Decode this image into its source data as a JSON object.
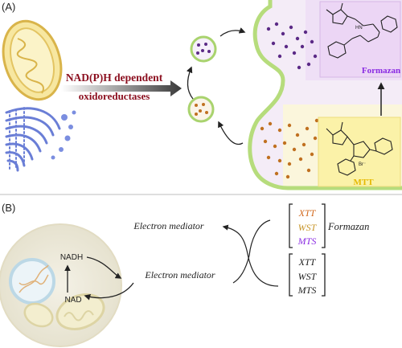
{
  "panel_a": {
    "label": "(A)",
    "process_line1": "NAD(P)H dependent",
    "process_line2": "oxidoreductases",
    "formazan_label": "Formazan",
    "mtt_label": "MTT",
    "chem_hn": "HN",
    "chem_br": "Br⁻"
  },
  "panel_b": {
    "label": "(B)",
    "nadh": "NADH",
    "nad": "NAD",
    "mediator_top": "Electron mediator",
    "mediator_bottom": "Electron mediator",
    "formazan": "Formazan",
    "top_reagents": [
      "XTT",
      "WST",
      "MTS"
    ],
    "bottom_reagents": [
      "XTT",
      "WST",
      "MTS"
    ]
  },
  "colors": {
    "process_text": "#8b0e1e",
    "formazan_text": "#8a2be2",
    "mtt_text": "#e6b800",
    "formazan_dots": "#5b2a86",
    "mtt_dots": "#c07020",
    "xtt": "#d2691e",
    "wst": "#c8962a",
    "mts": "#8a2be2",
    "membrane": "#b6dc7c",
    "purple_box": "#ead6f4",
    "yellow_box": "#fbf2a8"
  }
}
